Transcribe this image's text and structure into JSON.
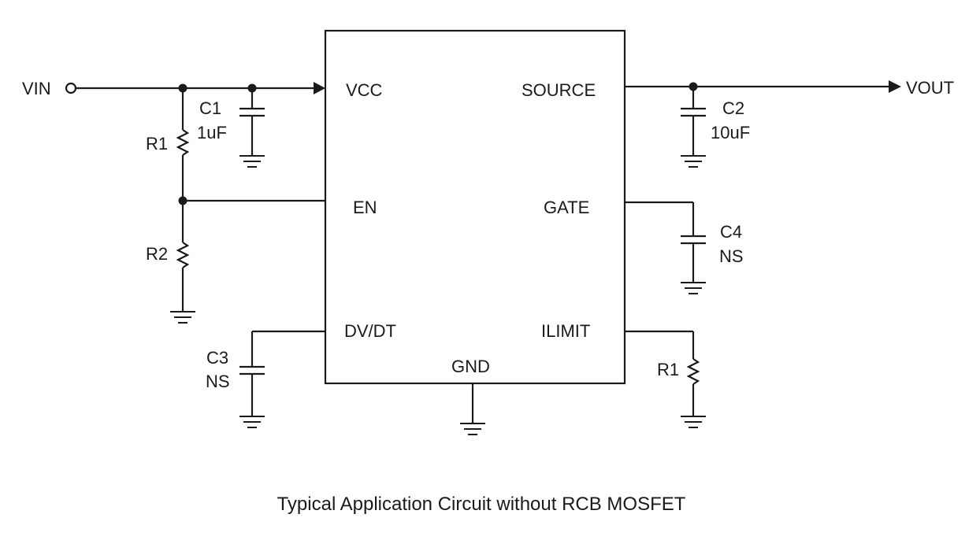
{
  "ic": {
    "pins": {
      "vcc": "VCC",
      "source": "SOURCE",
      "en": "EN",
      "gate": "GATE",
      "dvdt": "DV/DT",
      "ilimit": "ILIMIT",
      "gnd": "GND"
    }
  },
  "ports": {
    "vin": "VIN",
    "vout": "VOUT"
  },
  "components": {
    "c1": {
      "ref": "C1",
      "value": "1uF"
    },
    "c2": {
      "ref": "C2",
      "value": "10uF"
    },
    "c3": {
      "ref": "C3",
      "value": "NS"
    },
    "c4": {
      "ref": "C4",
      "value": "NS"
    },
    "r1_in": {
      "ref": "R1"
    },
    "r2": {
      "ref": "R2"
    },
    "r1_ilimit": {
      "ref": "R1"
    }
  },
  "caption": "Typical Application Circuit without RCB MOSFET"
}
